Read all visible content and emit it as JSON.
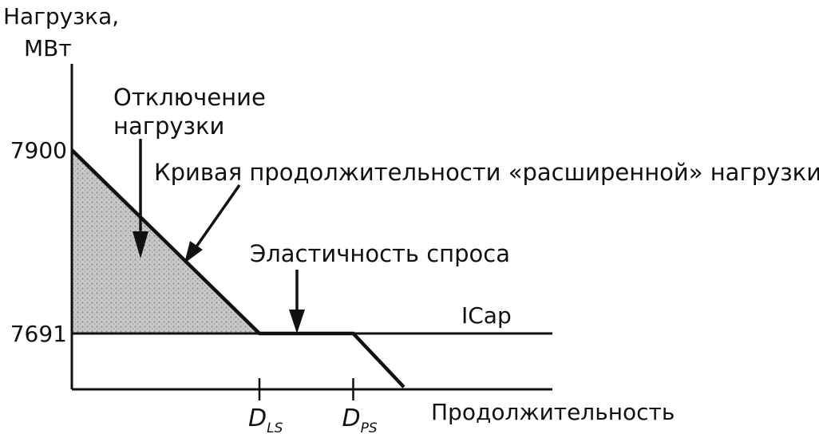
{
  "chart_data": {
    "type": "line",
    "ylabel_line1": "Нагрузка,",
    "ylabel_line2": "МВт",
    "xlabel": "Продолжительность",
    "y_ticks": [
      7900,
      7691
    ],
    "x_ticks": [
      {
        "main": "D",
        "sub": "LS"
      },
      {
        "main": "D",
        "sub": "PS"
      }
    ],
    "reference_line": {
      "label": "ICap",
      "value": 7691
    },
    "series": [
      {
        "id": "extended-duration-curve",
        "points": [
          [
            0,
            7900
          ],
          [
            1,
            7691
          ],
          [
            1.5,
            7691
          ],
          [
            1.77,
            7630
          ]
        ]
      }
    ],
    "shaded_region_label": "Отключение нагрузки",
    "annotations": [
      {
        "id": "load-shedding",
        "line1": "Отключение",
        "line2": "нагрузки"
      },
      {
        "id": "extended-curve",
        "text": "Кривая продолжительности «расширенной» нагрузки"
      },
      {
        "id": "demand-elasticity",
        "text": "Эластичность спроса"
      }
    ],
    "grid": false,
    "legend": "none"
  },
  "colors": {
    "ink": "#111111",
    "shade": "#b5b5b5",
    "background": "#ffffff"
  }
}
